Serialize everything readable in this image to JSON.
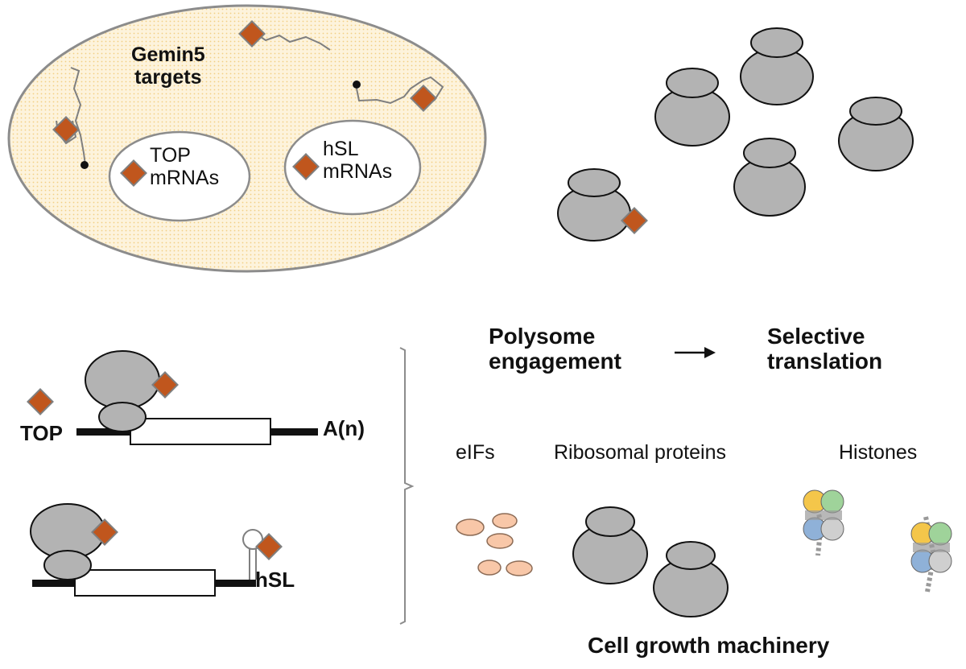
{
  "diagram": {
    "gemin5_targets_label": "Gemin5\ntargets",
    "top_mrnas_label": "TOP\nmRNAs",
    "hsl_mrnas_label": "hSL\nmRNAs",
    "polysome_label": "Polysome\nengagement",
    "selective_label": "Selective\ntranslation",
    "eifs_label": "eIFs",
    "ribosomal_label": "Ribosomal proteins",
    "histones_label": "Histones",
    "cell_growth_label": "Cell growth machinery",
    "top_mrna_label": "TOP",
    "polya_label": "A(n)",
    "hsl_label": "hSL"
  },
  "colors": {
    "diamond": "#c0561d",
    "diamond_border": "#7f7f7f",
    "ribosome": "#b3b3b3",
    "oval_fill": "#fbeac6",
    "eif": "#f8c7a8",
    "histone_yellow": "#f4c64a",
    "histone_green": "#9fd39a",
    "histone_blue": "#8fb1d8",
    "histone_gray": "#cfcfcf"
  }
}
